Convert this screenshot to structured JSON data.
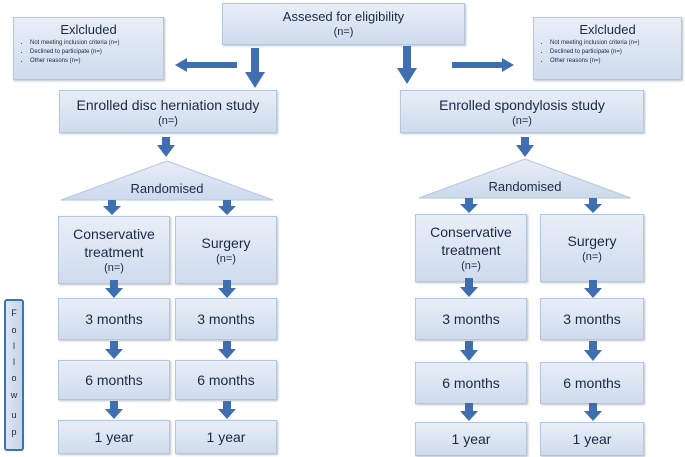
{
  "assessed": {
    "title": "Assesed  for eligibility",
    "n": "(n=)"
  },
  "excluded_left": {
    "title": "Exlcluded",
    "items": [
      "Not meeting inclusion criteria (n=)",
      "Declined to participate (n=)",
      "Other reasons (n=)"
    ]
  },
  "excluded_right": {
    "title": "Exlcluded",
    "items": [
      "Not meeting inclusion criteria (n=)",
      "Declined to participate (n=)",
      "Other reasons (n=)"
    ]
  },
  "disc": {
    "title": "Enrolled disc herniation study",
    "n": "(n=)",
    "randomised": "Randomised",
    "conservative": {
      "line1": "Conservative",
      "line2": "treatment",
      "n": "(n=)"
    },
    "surgery": {
      "title": "Surgery",
      "n": "(n=)"
    },
    "months3": "3 months",
    "months6": "6 months",
    "year1": "1 year"
  },
  "spond": {
    "title": "Enrolled spondylosis study",
    "n": "(n=)",
    "randomised": "Randomised",
    "conservative": {
      "line1": "Conservative",
      "line2": "treatment",
      "n": "(n=)"
    },
    "surgery": {
      "title": "Surgery",
      "n": "(n=)"
    },
    "months3": "3 months",
    "months6": "6 months",
    "year1": "1 year"
  },
  "followup_letters": [
    "F",
    "o",
    "l",
    "l",
    "o",
    "w",
    "u",
    "p"
  ],
  "colors": {
    "arrow": "#3f6fb0",
    "box_top": "#e8eef7",
    "box_bottom": "#cfdced"
  }
}
